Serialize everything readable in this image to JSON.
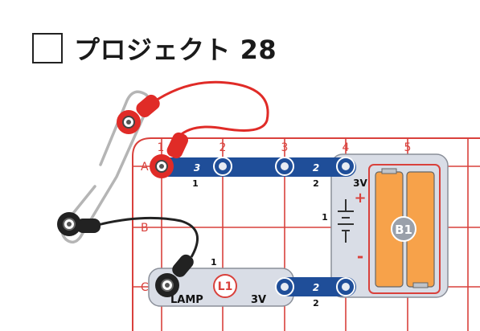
{
  "header": {
    "title": "プロジェクト 28"
  },
  "grid": {
    "columns": [
      "1",
      "2",
      "3",
      "4",
      "5"
    ],
    "rows": [
      "A",
      "B",
      "C"
    ]
  },
  "parts": {
    "wire_a_top": {
      "number": "3",
      "level": "1"
    },
    "wire_a_right": {
      "number": "2",
      "level": "2"
    },
    "battery": {
      "voltage": "3V",
      "plus": "+",
      "minus": "-",
      "level": "1",
      "label": "B1"
    },
    "lamp": {
      "name": "LAMP",
      "label": "L1",
      "voltage": "3V",
      "level": "1"
    },
    "wire_c": {
      "number": "2",
      "level": "2"
    }
  },
  "colors": {
    "grid_line": "#d9413c",
    "snap_wire": "#1f4e99",
    "jumper_red": "#e02b27",
    "jumper_black": "#222222",
    "battery_fill": "#f7a24a",
    "component_base": "#d9dde6"
  }
}
